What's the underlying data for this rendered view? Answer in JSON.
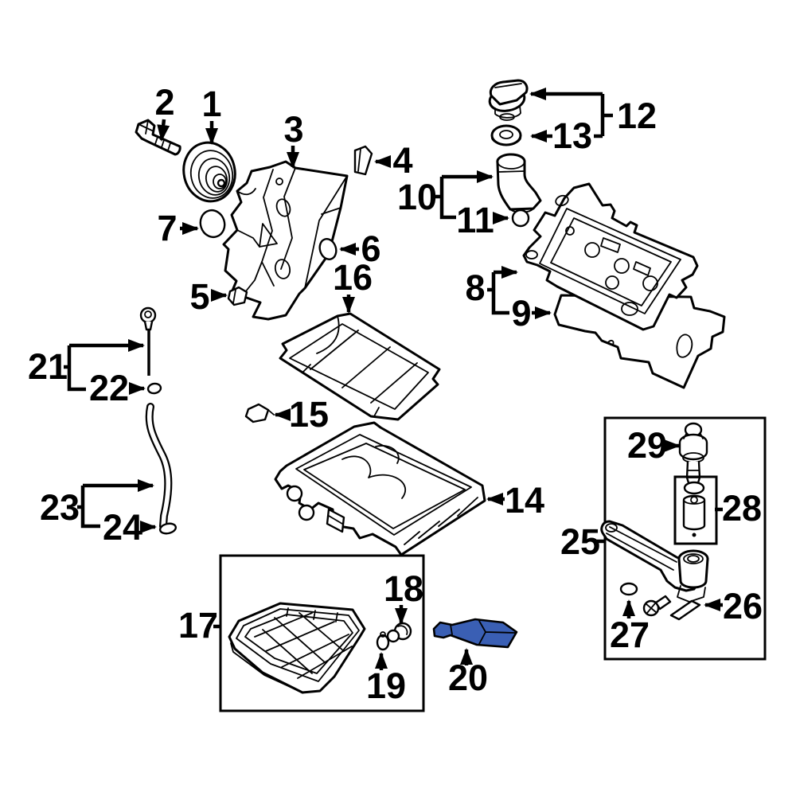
{
  "callouts": {
    "c1": "1",
    "c2": "2",
    "c3": "3",
    "c4": "4",
    "c5": "5",
    "c6": "6",
    "c7": "7",
    "c8": "8",
    "c9": "9",
    "c10": "10",
    "c11": "11",
    "c12": "12",
    "c13": "13",
    "c14": "14",
    "c15": "15",
    "c16": "16",
    "c17": "17",
    "c18": "18",
    "c19": "19",
    "c20": "20",
    "c21": "21",
    "c22": "22",
    "c23": "23",
    "c24": "24",
    "c25": "25",
    "c26": "26",
    "c27": "27",
    "c28": "28",
    "c29": "29"
  },
  "highlight": {
    "callout": "20",
    "color": "#3a5fb4"
  },
  "colors": {
    "line": "#000000",
    "background": "#ffffff"
  }
}
